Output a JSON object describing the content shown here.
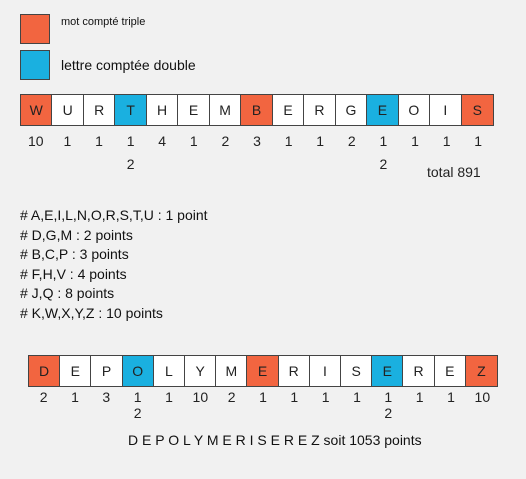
{
  "legend": {
    "triple": {
      "label": "mot compté triple",
      "color": "#f26540"
    },
    "double": {
      "label": "lettre comptée double",
      "color": "#1ab0e0"
    }
  },
  "word1": {
    "letters": [
      {
        "letter": "W",
        "type": "triple",
        "value": "10",
        "extra": ""
      },
      {
        "letter": "U",
        "type": "",
        "value": "1",
        "extra": ""
      },
      {
        "letter": "R",
        "type": "",
        "value": "1",
        "extra": ""
      },
      {
        "letter": "T",
        "type": "double",
        "value": "1",
        "extra": "2"
      },
      {
        "letter": "H",
        "type": "",
        "value": "4",
        "extra": ""
      },
      {
        "letter": "E",
        "type": "",
        "value": "1",
        "extra": ""
      },
      {
        "letter": "M",
        "type": "",
        "value": "2",
        "extra": ""
      },
      {
        "letter": "B",
        "type": "triple",
        "value": "3",
        "extra": ""
      },
      {
        "letter": "E",
        "type": "",
        "value": "1",
        "extra": ""
      },
      {
        "letter": "R",
        "type": "",
        "value": "1",
        "extra": ""
      },
      {
        "letter": "G",
        "type": "",
        "value": "2",
        "extra": ""
      },
      {
        "letter": "E",
        "type": "double",
        "value": "1",
        "extra": "2"
      },
      {
        "letter": "O",
        "type": "",
        "value": "1",
        "extra": ""
      },
      {
        "letter": "I",
        "type": "",
        "value": "1",
        "extra": ""
      },
      {
        "letter": "S",
        "type": "triple",
        "value": "1",
        "extra": ""
      }
    ],
    "total": "total 891"
  },
  "rules": [
    "# A,E,I,L,N,O,R,S,T,U : 1 point",
    "# D,G,M : 2 points",
    "# B,C,P : 3 points",
    "# F,H,V : 4 points",
    "# J,Q : 8 points",
    "# K,W,X,Y,Z : 10 points"
  ],
  "word2": {
    "letters": [
      {
        "letter": "D",
        "type": "triple",
        "value": "2",
        "extra": ""
      },
      {
        "letter": "E",
        "type": "",
        "value": "1",
        "extra": ""
      },
      {
        "letter": "P",
        "type": "",
        "value": "3",
        "extra": ""
      },
      {
        "letter": "O",
        "type": "double",
        "value": "1",
        "extra": "2"
      },
      {
        "letter": "L",
        "type": "",
        "value": "1",
        "extra": ""
      },
      {
        "letter": "Y",
        "type": "",
        "value": "10",
        "extra": ""
      },
      {
        "letter": "M",
        "type": "",
        "value": "2",
        "extra": ""
      },
      {
        "letter": "E",
        "type": "triple",
        "value": "1",
        "extra": ""
      },
      {
        "letter": "R",
        "type": "",
        "value": "1",
        "extra": ""
      },
      {
        "letter": "I",
        "type": "",
        "value": "1",
        "extra": ""
      },
      {
        "letter": "S",
        "type": "",
        "value": "1",
        "extra": ""
      },
      {
        "letter": "E",
        "type": "double",
        "value": "1",
        "extra": "2"
      },
      {
        "letter": "R",
        "type": "",
        "value": "1",
        "extra": ""
      },
      {
        "letter": "E",
        "type": "",
        "value": "1",
        "extra": ""
      },
      {
        "letter": "Z",
        "type": "triple",
        "value": "10",
        "extra": ""
      }
    ],
    "caption": "D E P O L Y M E R I S E R E Z  soit 1053 points"
  }
}
